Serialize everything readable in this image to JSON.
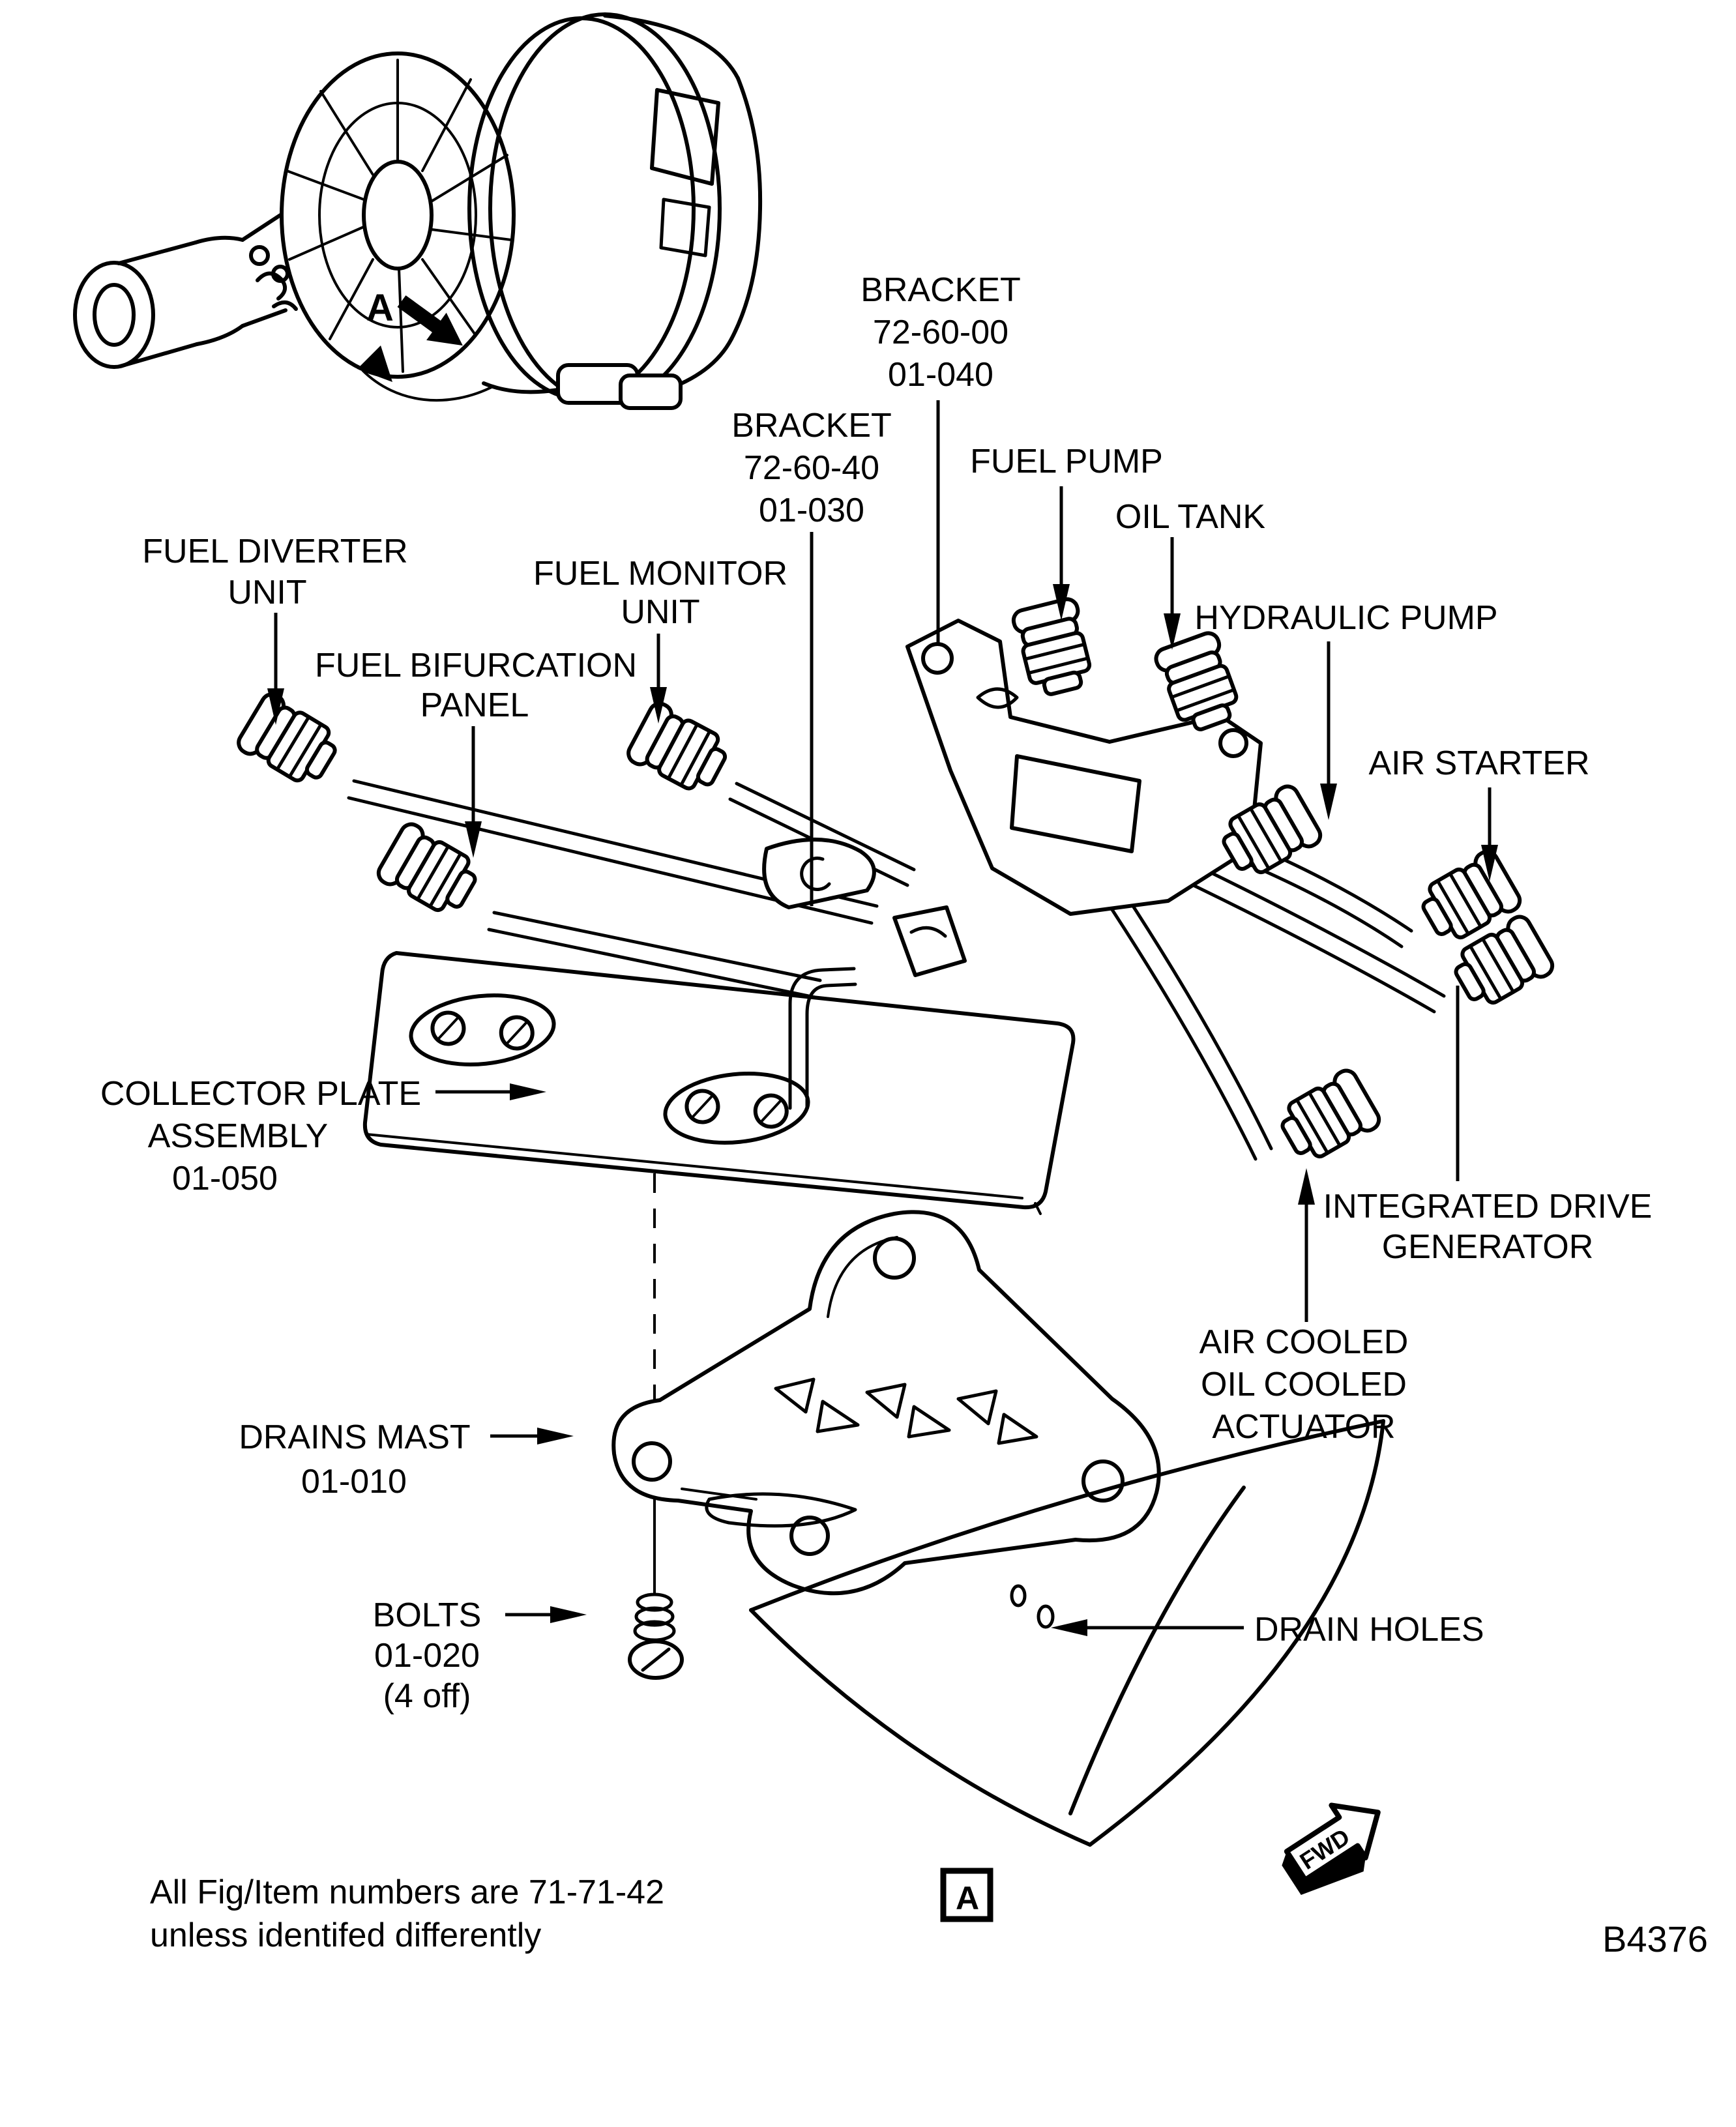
{
  "figure": {
    "fig_code": "B4376",
    "detail_marker": "A",
    "engine_marker": "A",
    "fwd": "FWD",
    "note": [
      "All Fig/Item numbers are 71-71-42",
      "unless identifed differently"
    ]
  },
  "labels": {
    "bracket_top": [
      "BRACKET",
      "72-60-00",
      "01-040"
    ],
    "bracket_left": [
      "BRACKET",
      "72-60-40",
      "01-030"
    ],
    "fuel_pump": "FUEL PUMP",
    "oil_tank": "OIL TANK",
    "hydraulic_pump": "HYDRAULIC PUMP",
    "fuel_diverter": [
      "FUEL DIVERTER",
      "UNIT"
    ],
    "fuel_monitor": [
      "FUEL MONITOR",
      "UNIT"
    ],
    "fuel_bifurcation": [
      "FUEL BIFURCATION",
      "PANEL"
    ],
    "air_starter": "AIR STARTER",
    "collector_plate": [
      "COLLECTOR PLATE",
      "ASSEMBLY",
      "01-050"
    ],
    "integrated_drive": [
      "INTEGRATED DRIVE",
      "GENERATOR"
    ],
    "air_cooled_actuator": [
      "AIR COOLED",
      "OIL COOLED",
      "ACTUATOR"
    ],
    "drains_mast": [
      "DRAINS MAST",
      "01-010"
    ],
    "bolts": [
      "BOLTS",
      "01-020",
      "(4 off)"
    ],
    "drain_holes": "DRAIN HOLES"
  }
}
